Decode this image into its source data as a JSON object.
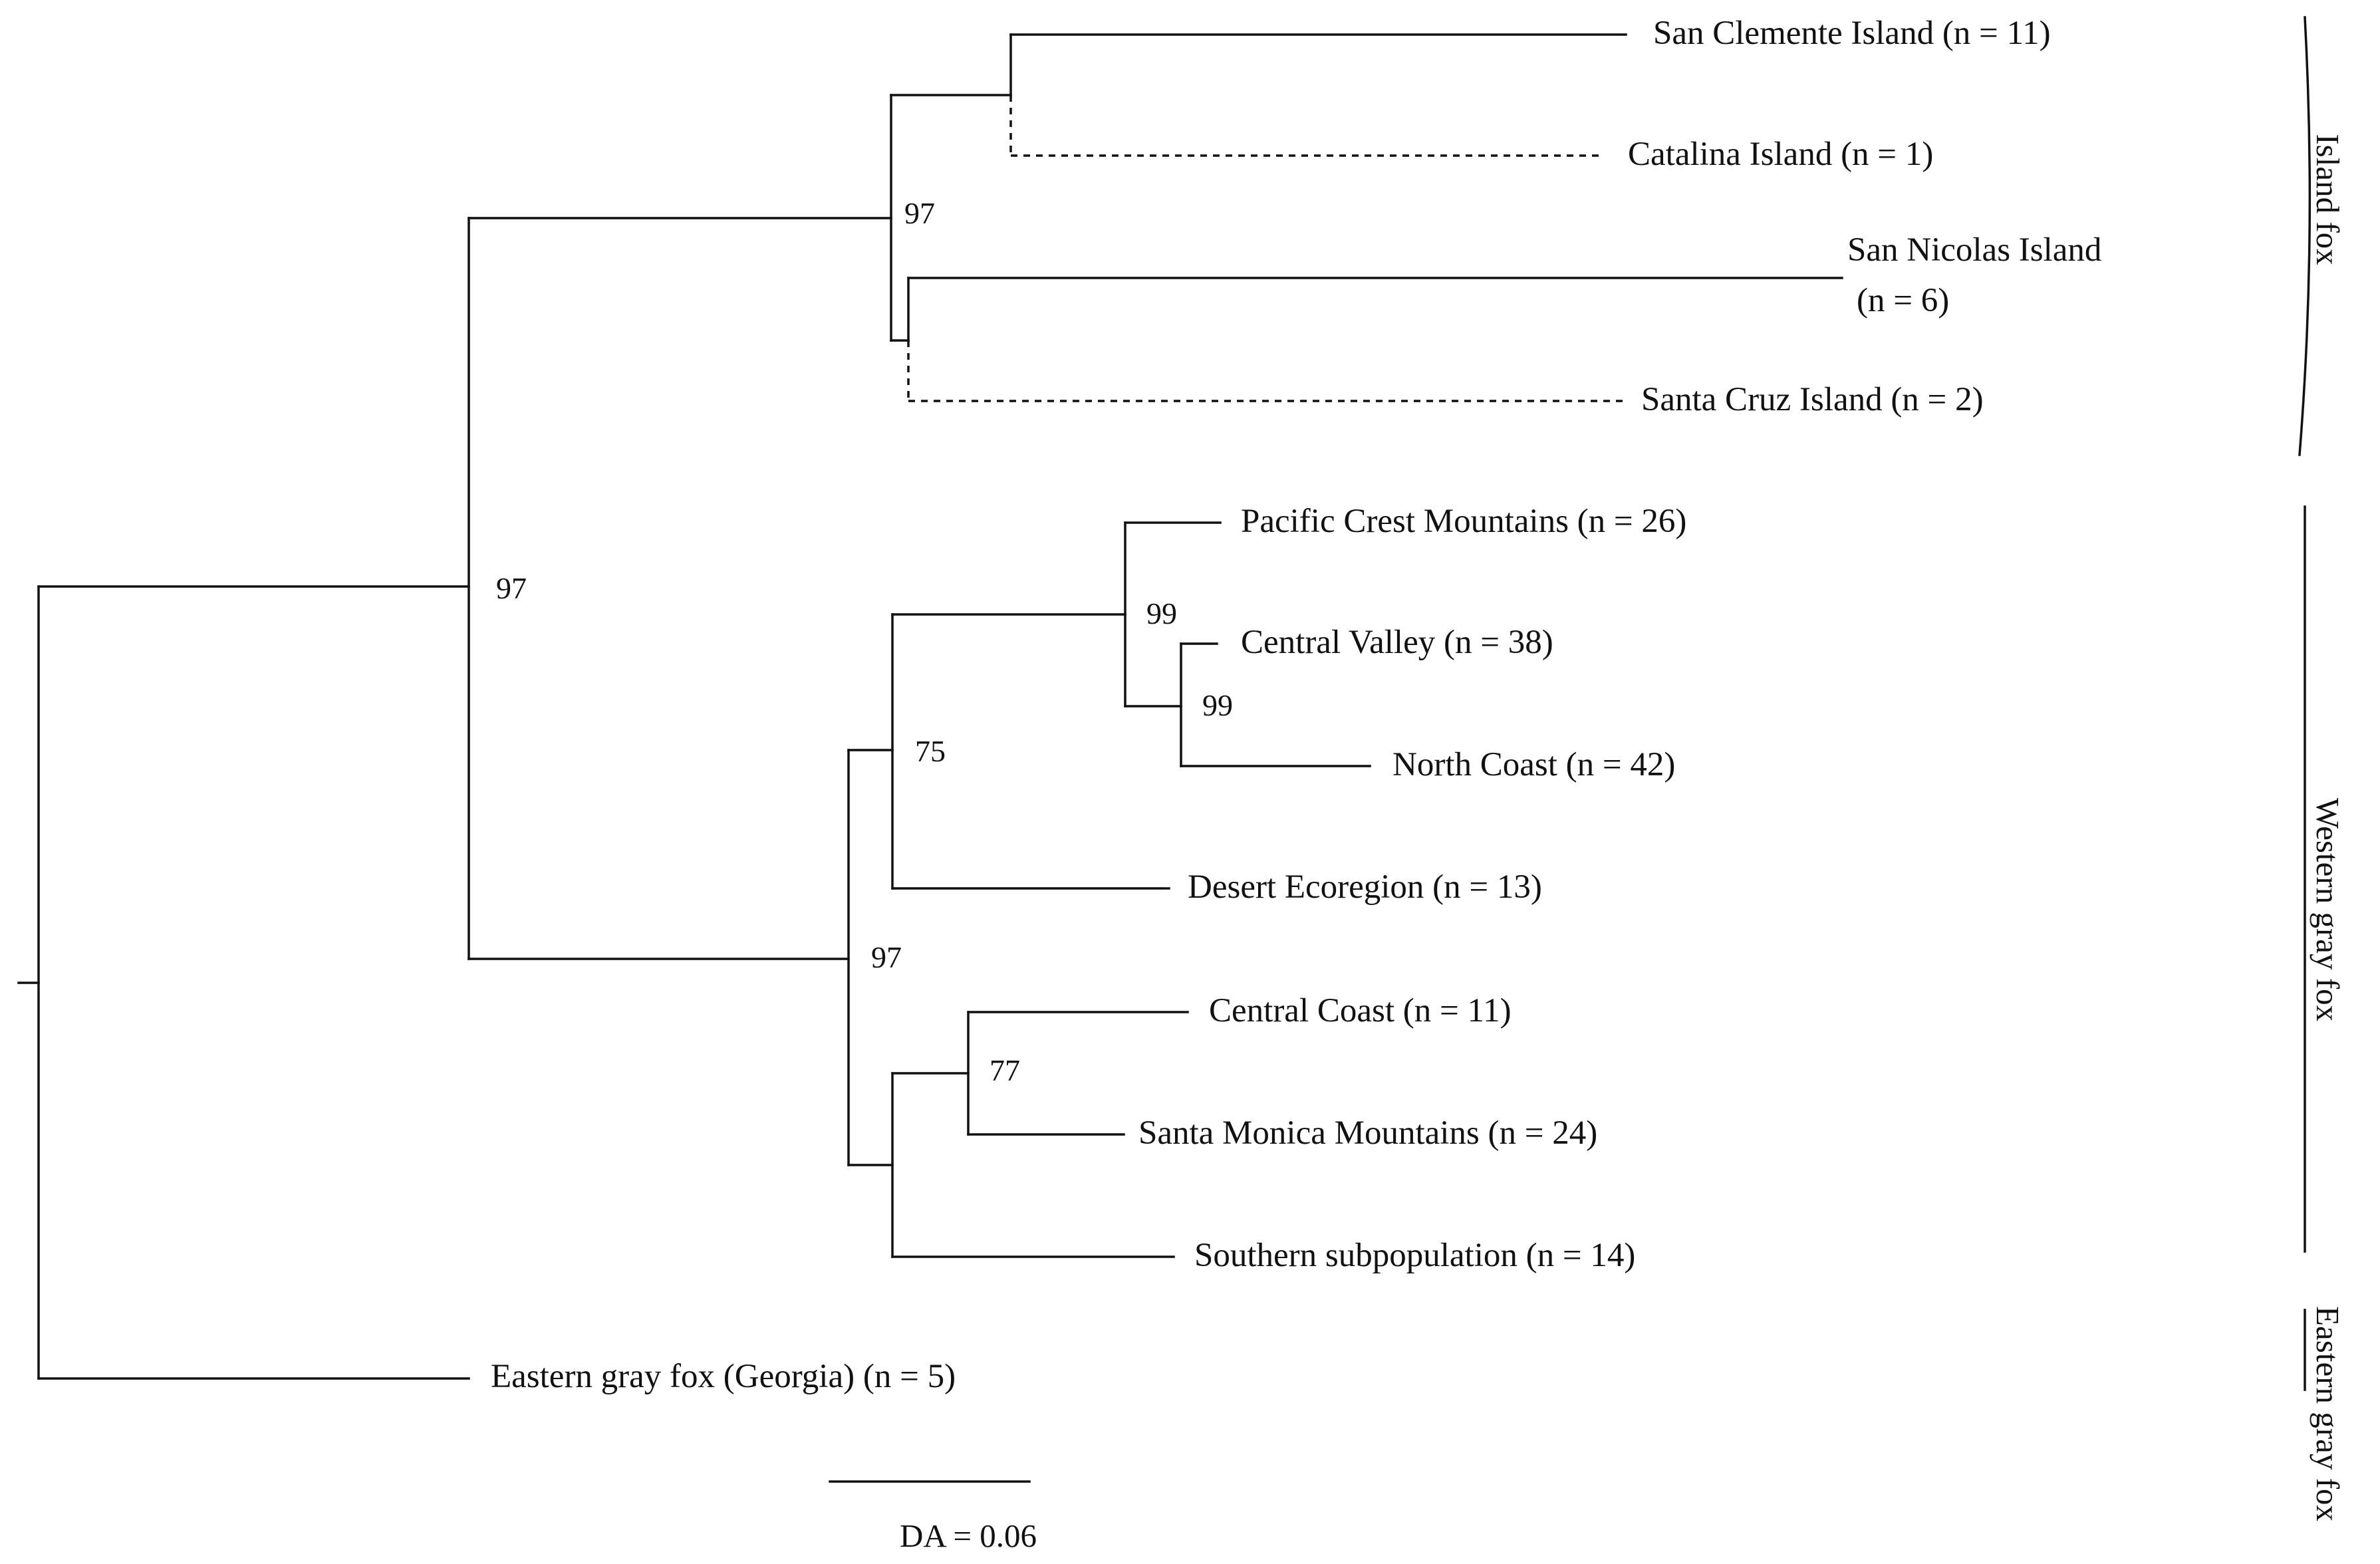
{
  "leaves": {
    "san_clemente": "San Clemente Island (n = 11)",
    "catalina": "Catalina Island (n = 1)",
    "san_nicolas_line1": "San Nicolas Island",
    "san_nicolas_line2": "(n = 6)",
    "santa_cruz": "Santa Cruz Island (n = 2)",
    "pacific_crest": "Pacific Crest Mountains (n = 26)",
    "central_valley": "Central Valley (n = 38)",
    "north_coast": "North Coast (n = 42)",
    "desert": "Desert Ecoregion (n = 13)",
    "central_coast": "Central Coast (n = 11)",
    "santa_monica": "Santa Monica Mountains (n = 24)",
    "southern": "Southern subpopulation (n = 14)",
    "eastern_georgia": "Eastern gray fox (Georgia) (n = 5)"
  },
  "bootstrap": {
    "island_clade": "97",
    "island_western": "97",
    "western_clade": "97",
    "northern_group": "75",
    "pcm_cv_nc": "99",
    "cv_nc": "99",
    "cc_smm": "77"
  },
  "groups": {
    "island_fox": "Island fox",
    "western_gray_fox": "Western gray fox",
    "eastern_gray_fox": "Eastern gray fox"
  },
  "scale_bar": {
    "label": "DA = 0.06"
  }
}
